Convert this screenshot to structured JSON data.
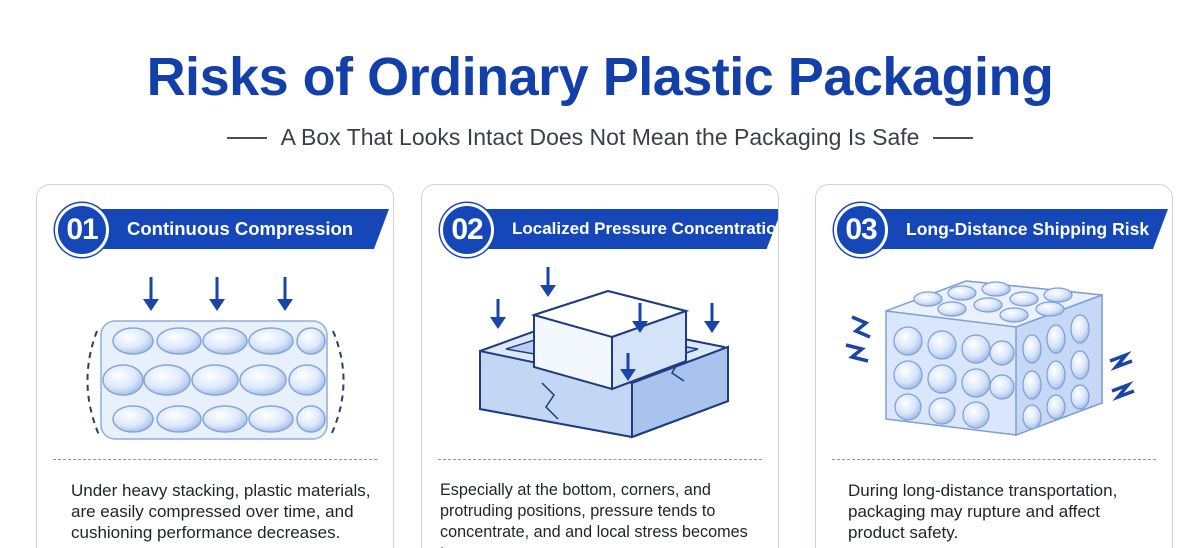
{
  "header": {
    "title": "Risks of Ordinary Plastic Packaging",
    "subtitle": "A Box That Looks Intact Does Not Mean the Packaging Is Safe"
  },
  "colors": {
    "brand_blue": "#1547b8",
    "title_blue": "#1340a8",
    "card_border": "#c9d3e2",
    "bubble_fill": "#d8e6fb"
  },
  "cards": [
    {
      "number": "01",
      "heading": "Continuous Compression",
      "icon": "compressed-bubble-wrap-icon",
      "description": "Under heavy stacking, plastic materials, are easily compressed over time, and cushioning performance decreases."
    },
    {
      "number": "02",
      "heading": "Localized Pressure Concentration",
      "icon": "cracked-foam-tray-icon",
      "description": "Especially at the bottom, corners, and protruding positions, pressure tends to concentrate, and and local stress becomes too"
    },
    {
      "number": "03",
      "heading": "Long-Distance Shipping Risk",
      "icon": "vibrating-bubble-block-icon",
      "description": "During long-distance transportation, packaging may rupture and affect product safety."
    }
  ]
}
